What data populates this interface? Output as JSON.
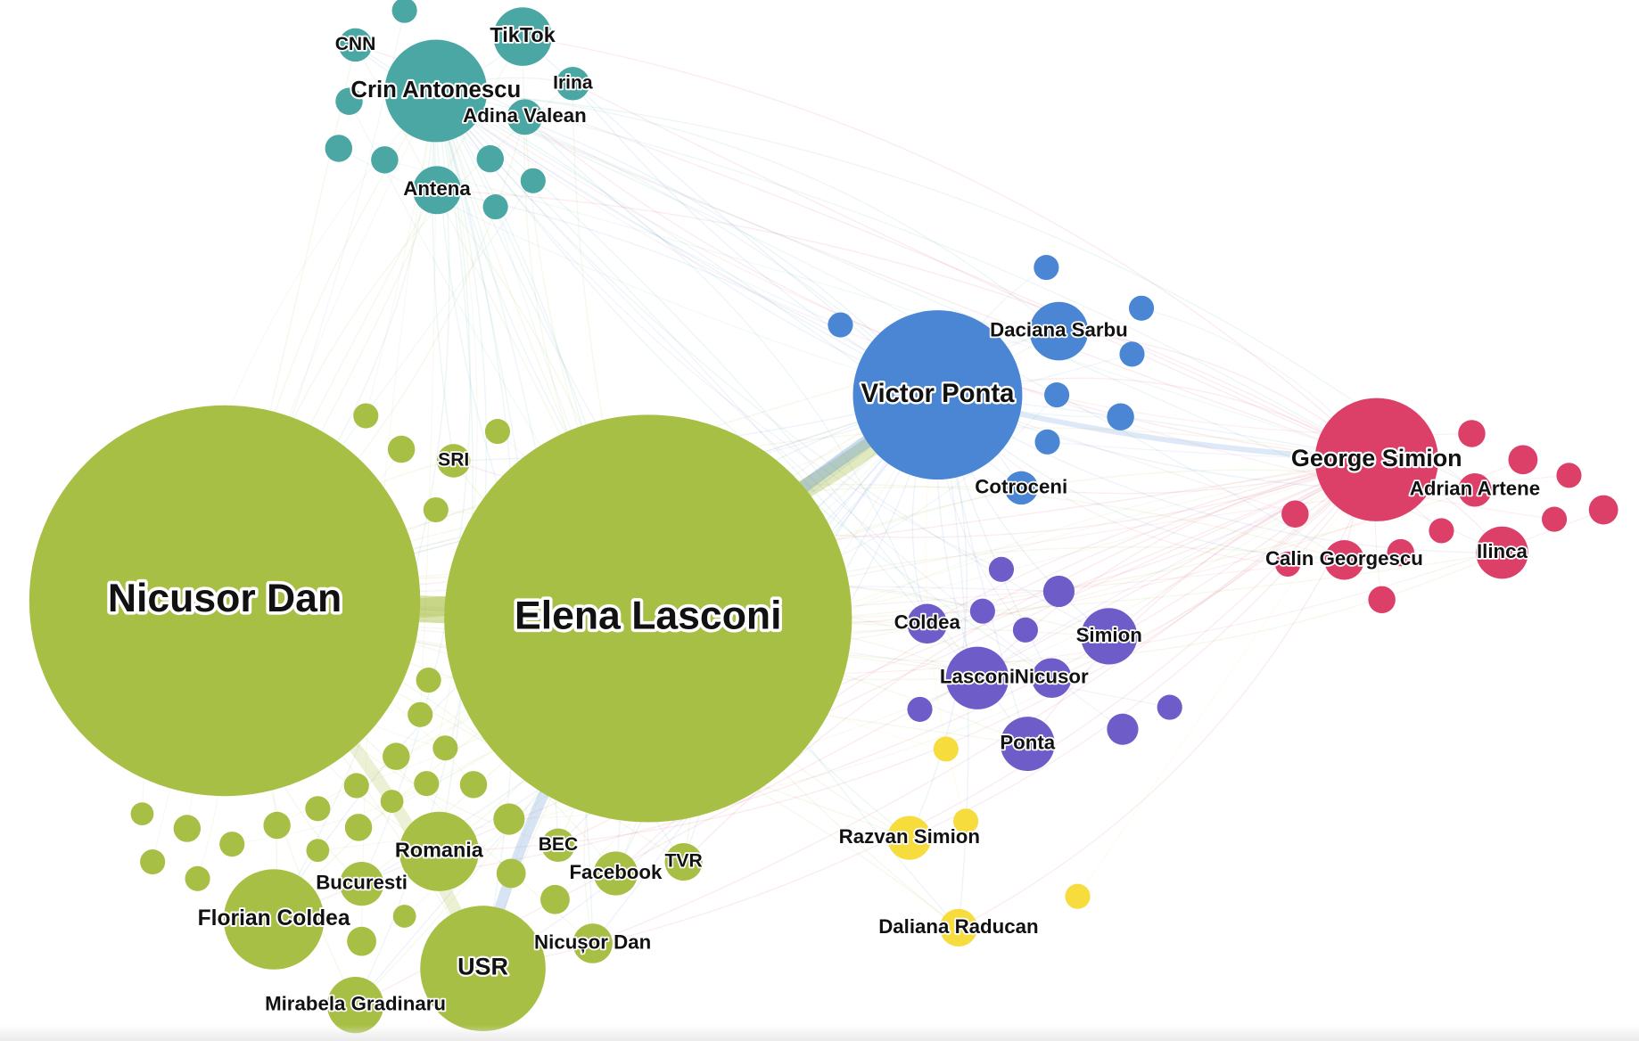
{
  "colors": {
    "teal": "#4aa7a3",
    "green": "#a8bf45",
    "blue": "#4a86d4",
    "purple": "#6e5cc8",
    "red": "#dc4068",
    "yellow": "#f6dc3c"
  },
  "nodes": [
    {
      "id": "nicusor-dan",
      "label": "Nicusor Dan",
      "group": "green"
    },
    {
      "id": "elena-lasconi",
      "label": "Elena Lasconi",
      "group": "green"
    },
    {
      "id": "victor-ponta",
      "label": "Victor Ponta",
      "group": "blue"
    },
    {
      "id": "george-simion",
      "label": "George Simion",
      "group": "red"
    },
    {
      "id": "crin-antonescu",
      "label": "Crin Antonescu",
      "group": "teal"
    },
    {
      "id": "tiktok",
      "label": "TikTok",
      "group": "teal"
    },
    {
      "id": "cnn",
      "label": "CNN",
      "group": "teal"
    },
    {
      "id": "irina",
      "label": "Irina",
      "group": "teal"
    },
    {
      "id": "adina-valean",
      "label": "Adina Valean",
      "group": "teal"
    },
    {
      "id": "antena",
      "label": "Antena",
      "group": "teal"
    },
    {
      "id": "daciana-sarbu",
      "label": "Daciana Sarbu",
      "group": "blue"
    },
    {
      "id": "cotroceni",
      "label": "Cotroceni",
      "group": "blue"
    },
    {
      "id": "adrian-artene",
      "label": "Adrian Artene",
      "group": "red"
    },
    {
      "id": "ilinca",
      "label": "Ilinca",
      "group": "red"
    },
    {
      "id": "calin-georgescu",
      "label": "Calin Georgescu",
      "group": "red"
    },
    {
      "id": "coldea",
      "label": "Coldea",
      "group": "purple"
    },
    {
      "id": "simion",
      "label": "Simion",
      "group": "purple"
    },
    {
      "id": "lasconi",
      "label": "Lasconi",
      "group": "purple"
    },
    {
      "id": "nicusor",
      "label": "Nicusor",
      "group": "purple"
    },
    {
      "id": "ponta",
      "label": "Ponta",
      "group": "purple"
    },
    {
      "id": "razvan-simion",
      "label": "Razvan Simion",
      "group": "yellow"
    },
    {
      "id": "daliana-raducan",
      "label": "Daliana Raducan",
      "group": "yellow"
    },
    {
      "id": "sri",
      "label": "SRI",
      "group": "green"
    },
    {
      "id": "romania",
      "label": "Romania",
      "group": "green"
    },
    {
      "id": "bec",
      "label": "BEC",
      "group": "green"
    },
    {
      "id": "facebook",
      "label": "Facebook",
      "group": "green"
    },
    {
      "id": "tvr",
      "label": "TVR",
      "group": "green"
    },
    {
      "id": "bucuresti",
      "label": "Bucuresti",
      "group": "green"
    },
    {
      "id": "florian-coldea",
      "label": "Florian Coldea",
      "group": "green"
    },
    {
      "id": "usr",
      "label": "USR",
      "group": "green"
    },
    {
      "id": "nicusor-dan-2",
      "label": "Nicușor Dan",
      "group": "green"
    },
    {
      "id": "mirabela-gradinaru",
      "label": "Mirabela Gradinaru",
      "group": "green"
    }
  ]
}
